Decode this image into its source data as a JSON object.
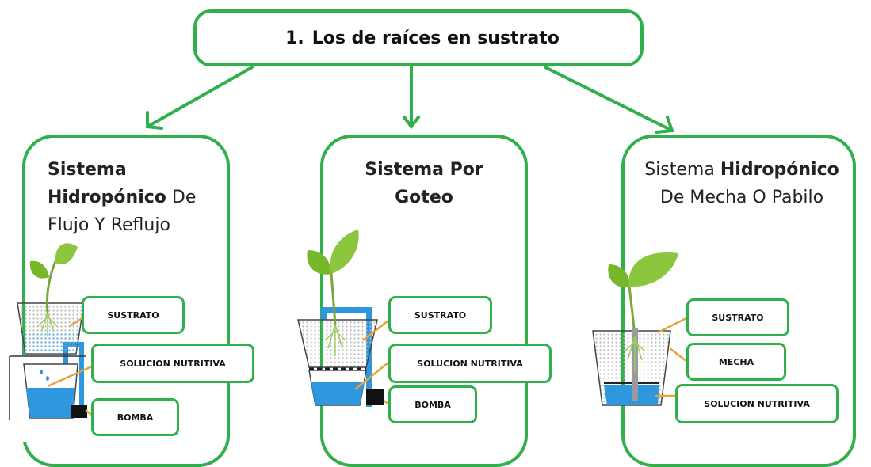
{
  "colors": {
    "frame_green": "#2fb04a",
    "water_blue": "#2f97dd",
    "leader_orange": "#e6a23c",
    "leaf_green": "#8cc63f"
  },
  "header": {
    "number": "1.",
    "title": "Los de raíces en sustrato"
  },
  "panels": [
    {
      "title_bold": "Sistema Hidropónico",
      "title_rest": "De Flujo Y Reflujo",
      "labels": [
        "SUSTRATO",
        "SOLUCION NUTRITIVA",
        "BOMBA"
      ]
    },
    {
      "title": "Sistema Por Goteo",
      "labels": [
        "SUSTRATO",
        "SOLUCION NUTRITIVA",
        "BOMBA"
      ]
    },
    {
      "title_pre": "Sistema",
      "title_bold": "Hidropónico",
      "title_rest": "De Mecha O Pabilo",
      "labels": [
        "SUSTRATO",
        "MECHA",
        "SOLUCION NUTRITIVA"
      ]
    }
  ]
}
